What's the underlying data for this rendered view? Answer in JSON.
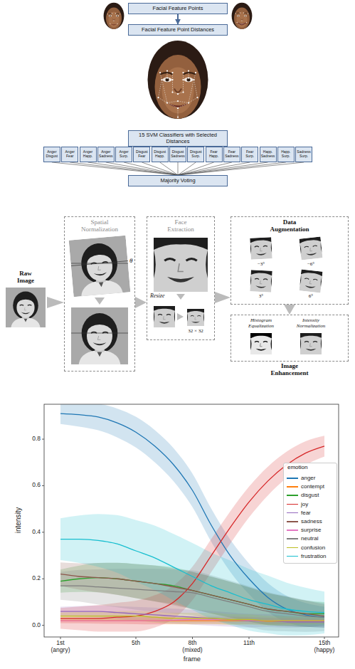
{
  "diagram": {
    "nodes": [
      {
        "text": [
          "Facial Feature Points"
        ]
      },
      {
        "text": [
          "Facial Feature Point Distances"
        ]
      },
      {
        "text": [
          "15 SVM Classifiers with Selected Distances"
        ]
      },
      {
        "text": [
          "Anger Disgust"
        ]
      },
      {
        "text": [
          "Anger Fear"
        ]
      },
      {
        "text": [
          "Anger Happ."
        ]
      },
      {
        "text": [
          "Anger Sadness"
        ]
      },
      {
        "text": [
          "Anger Surp."
        ]
      },
      {
        "text": [
          "Disgust Fear"
        ]
      },
      {
        "text": [
          "Disgust Happ."
        ]
      },
      {
        "text": [
          "Disgust Sadness"
        ]
      },
      {
        "text": [
          "Disgust Surp."
        ]
      },
      {
        "text": [
          "Fear Happ."
        ]
      },
      {
        "text": [
          "Fear Sadness"
        ]
      },
      {
        "text": [
          "Fear Surp."
        ]
      },
      {
        "text": [
          "Happ. Sadness"
        ]
      },
      {
        "text": [
          "Happ. Surp."
        ]
      },
      {
        "text": [
          "Sadness Surp."
        ]
      },
      {
        "text": [
          "Majority Voting"
        ]
      },
      {
        "text": [
          "Raw Image"
        ]
      },
      {
        "text": [
          "Spatial Normalization"
        ]
      },
      {
        "text": [
          "Face Extraction"
        ]
      },
      {
        "text": [
          "Data Augmentation"
        ]
      },
      {
        "text": [
          "Image Enhancement"
        ]
      }
    ],
    "edges": [
      {
        "from": 0,
        "to": 1,
        "arrow": "to"
      },
      {
        "from": 3,
        "to": 18,
        "arrow": "none"
      },
      {
        "from": 4,
        "to": 18,
        "arrow": "none"
      },
      {
        "from": 5,
        "to": 18,
        "arrow": "none"
      },
      {
        "from": 6,
        "to": 18,
        "arrow": "none"
      },
      {
        "from": 7,
        "to": 18,
        "arrow": "none"
      },
      {
        "from": 8,
        "to": 18,
        "arrow": "none"
      },
      {
        "from": 9,
        "to": 18,
        "arrow": "none"
      },
      {
        "from": 10,
        "to": 18,
        "arrow": "none"
      },
      {
        "from": 11,
        "to": 18,
        "arrow": "none"
      },
      {
        "from": 12,
        "to": 18,
        "arrow": "none"
      },
      {
        "from": 13,
        "to": 18,
        "arrow": "none"
      },
      {
        "from": 14,
        "to": 18,
        "arrow": "none"
      },
      {
        "from": 15,
        "to": 18,
        "arrow": "none"
      },
      {
        "from": 16,
        "to": 18,
        "arrow": "none"
      },
      {
        "from": 17,
        "to": 18,
        "arrow": "none"
      },
      {
        "from": 19,
        "to": 20,
        "arrow": "to"
      },
      {
        "from": 20,
        "to": 21,
        "arrow": "to"
      },
      {
        "from": 21,
        "to": 22,
        "arrow": "to"
      },
      {
        "from": 22,
        "to": 23,
        "arrow": "to"
      }
    ],
    "labels": [
      "θ",
      "Resize",
      "32 × 32",
      "−3°",
      "−6°",
      "3°",
      "6°",
      "Histogram Equalization",
      "Intensity Normalization",
      "intensity",
      "0.0",
      "0.2",
      "0.4",
      "0.6",
      "0.8",
      "1st (angry)",
      "5th",
      "8th (mixed)",
      "11th",
      "15th (happy)",
      "frame",
      "emotion"
    ],
    "legend": [
      {
        "text": "anger",
        "color": "#1f77b4"
      },
      {
        "text": "contempt",
        "color": "#ff7f0e"
      },
      {
        "text": "disgust",
        "color": "#2ca02c"
      },
      {
        "text": "joy",
        "color": "#d62728"
      },
      {
        "text": "fear",
        "color": "#9467bd"
      },
      {
        "text": "sadness",
        "color": "#8c564b"
      },
      {
        "text": "surprise",
        "color": "#e377c2"
      },
      {
        "text": "neutral",
        "color": "#7f7f7f"
      },
      {
        "text": "confusion",
        "color": "#bcbd22"
      },
      {
        "text": "frustration",
        "color": "#17becf"
      }
    ]
  }
}
